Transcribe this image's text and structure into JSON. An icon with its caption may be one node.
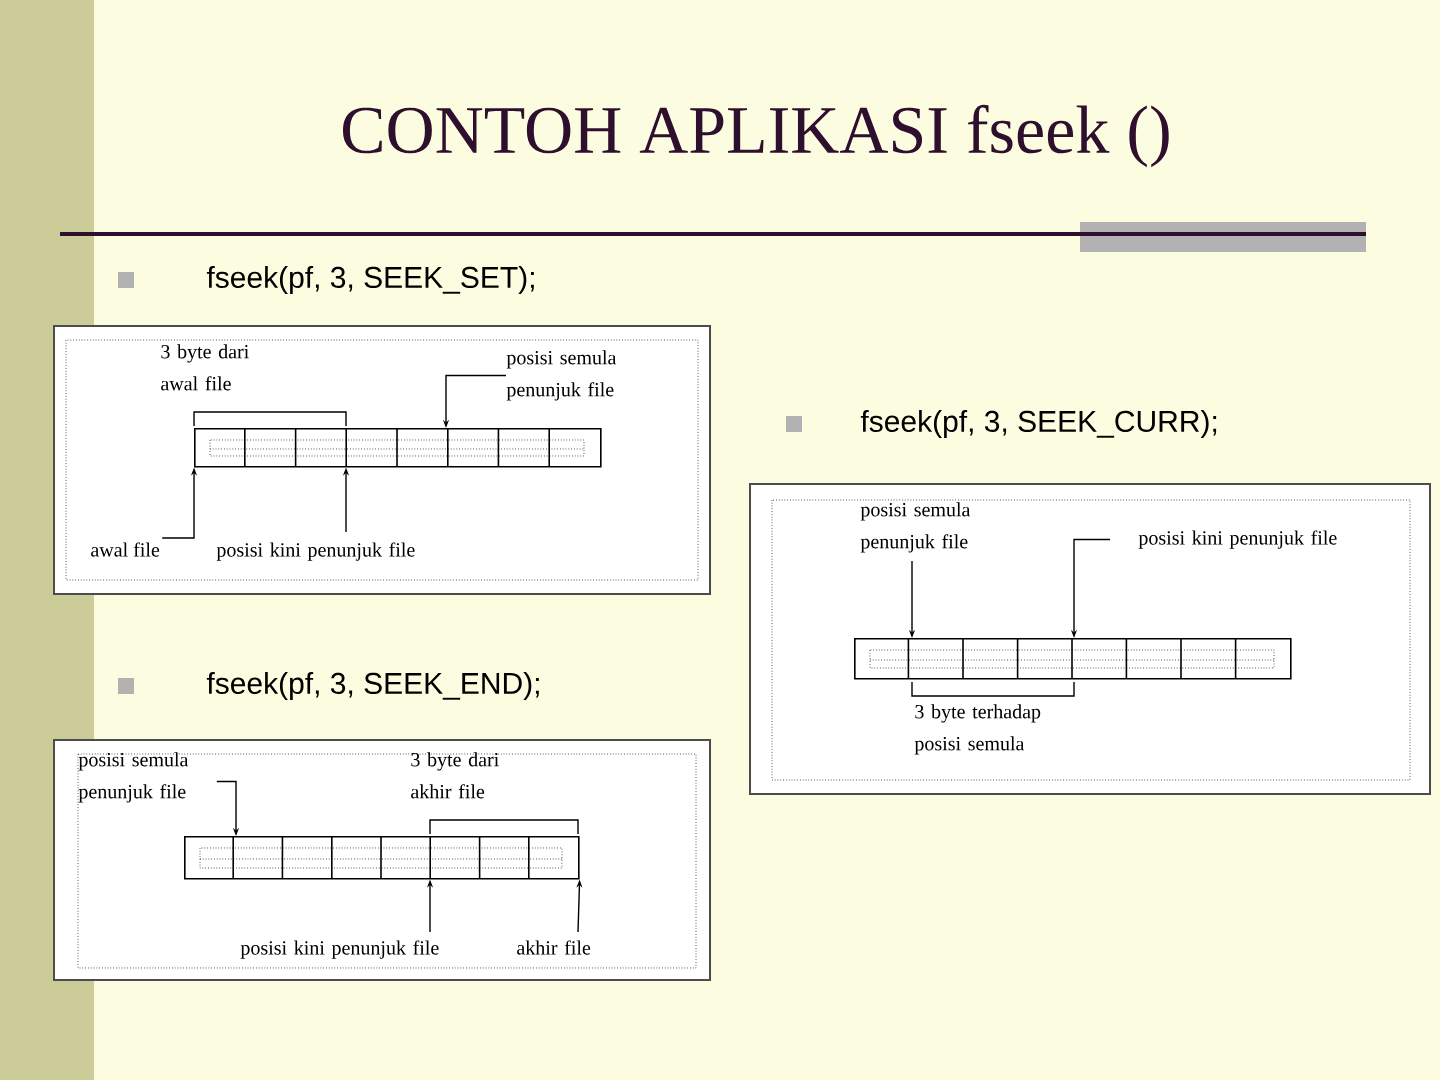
{
  "diagram": {
    "title": "CONTOH APLIKASI fseek ()",
    "nodes": [
      {
        "text": [],
        "shape": "box",
        "beside": [
          "3 byte dari awal file"
        ]
      },
      {
        "text": [
          "posisi semula penunjuk file"
        ]
      },
      {
        "text": [
          "awal file"
        ]
      },
      {
        "text": [
          "posisi kini penunjuk file"
        ]
      },
      {
        "text": [],
        "shape": "box",
        "beside": [
          "3 byte terhadap posisi semula"
        ]
      },
      {
        "text": [
          "posisi semula penunjuk file"
        ]
      },
      {
        "text": [
          "posisi kini penunjuk file"
        ]
      },
      {
        "text": [],
        "shape": "box",
        "beside": [
          "3 byte dari akhir file"
        ]
      },
      {
        "text": [
          "posisi semula penunjuk file"
        ]
      },
      {
        "text": [
          "posisi kini penunjuk file"
        ]
      },
      {
        "text": [
          "akhir file"
        ]
      }
    ],
    "edges": [
      {
        "from": 1,
        "to": 0,
        "arrow": "to"
      },
      {
        "from": 2,
        "to": 0,
        "arrow": "to"
      },
      {
        "from": 3,
        "to": 0,
        "arrow": "to"
      },
      {
        "from": 5,
        "to": 4,
        "arrow": "to"
      },
      {
        "from": 6,
        "to": 4,
        "arrow": "to"
      },
      {
        "from": 8,
        "to": 7,
        "arrow": "to"
      },
      {
        "from": 9,
        "to": 7,
        "arrow": "to"
      },
      {
        "from": 10,
        "to": 7,
        "arrow": "to"
      }
    ],
    "labels": [
      "fseek(pf, 3, SEEK_SET);",
      "fseek(pf, 3, SEEK_CURR);",
      "fseek(pf, 3, SEEK_END);"
    ]
  }
}
